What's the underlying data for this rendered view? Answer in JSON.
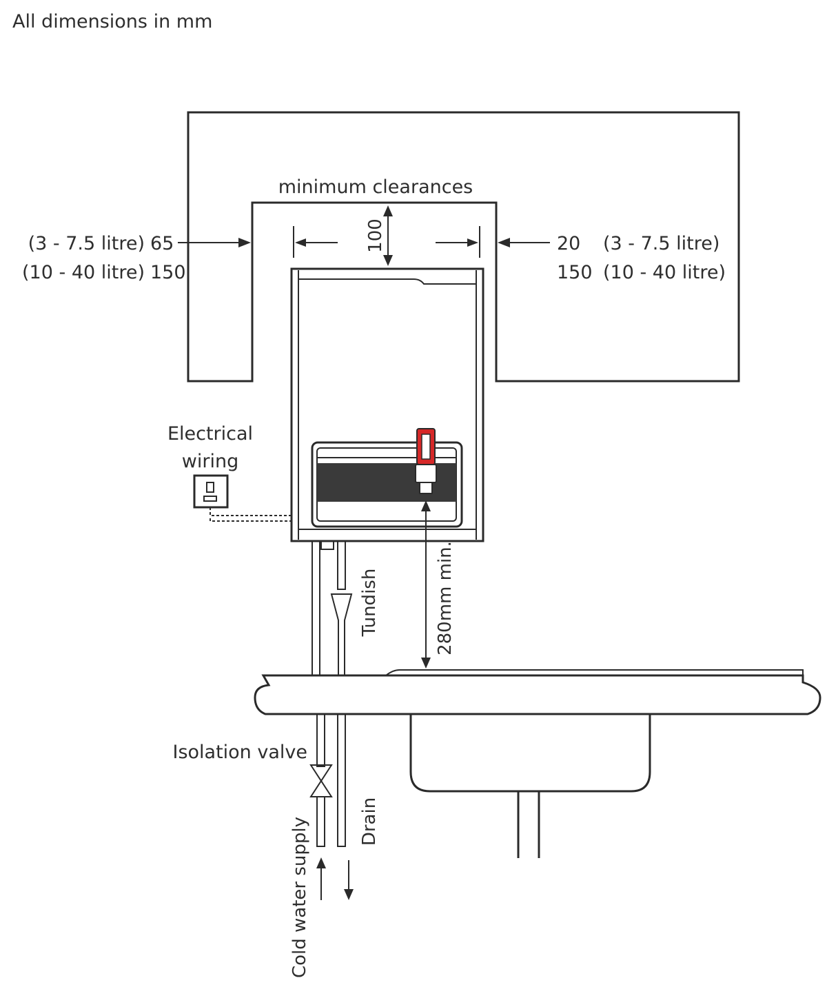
{
  "note": "All dimensions in mm",
  "clearance_title": "minimum clearances",
  "top_clearance": "100",
  "left_clearance": {
    "line1_range": "(3 - 7.5 litre)",
    "line1_value": "65",
    "line2_range": "(10 - 40 litre)",
    "line2_value": "150"
  },
  "right_clearance": {
    "line1_value": "20",
    "line1_range": "(3 - 7.5 litre)",
    "line2_value": "150",
    "line2_range": "(10 - 40 litre)"
  },
  "labels": {
    "electrical_line1": "Electrical",
    "electrical_line2": "wiring",
    "tundish": "Tundish",
    "tap_height": "280mm min.",
    "isolation_valve": "Isolation valve",
    "drain": "Drain",
    "cold_water_supply": "Cold water supply"
  },
  "colors": {
    "line": "#2a2a2a",
    "tap_red": "#d62828",
    "panel_dark": "#3a3a3a"
  }
}
